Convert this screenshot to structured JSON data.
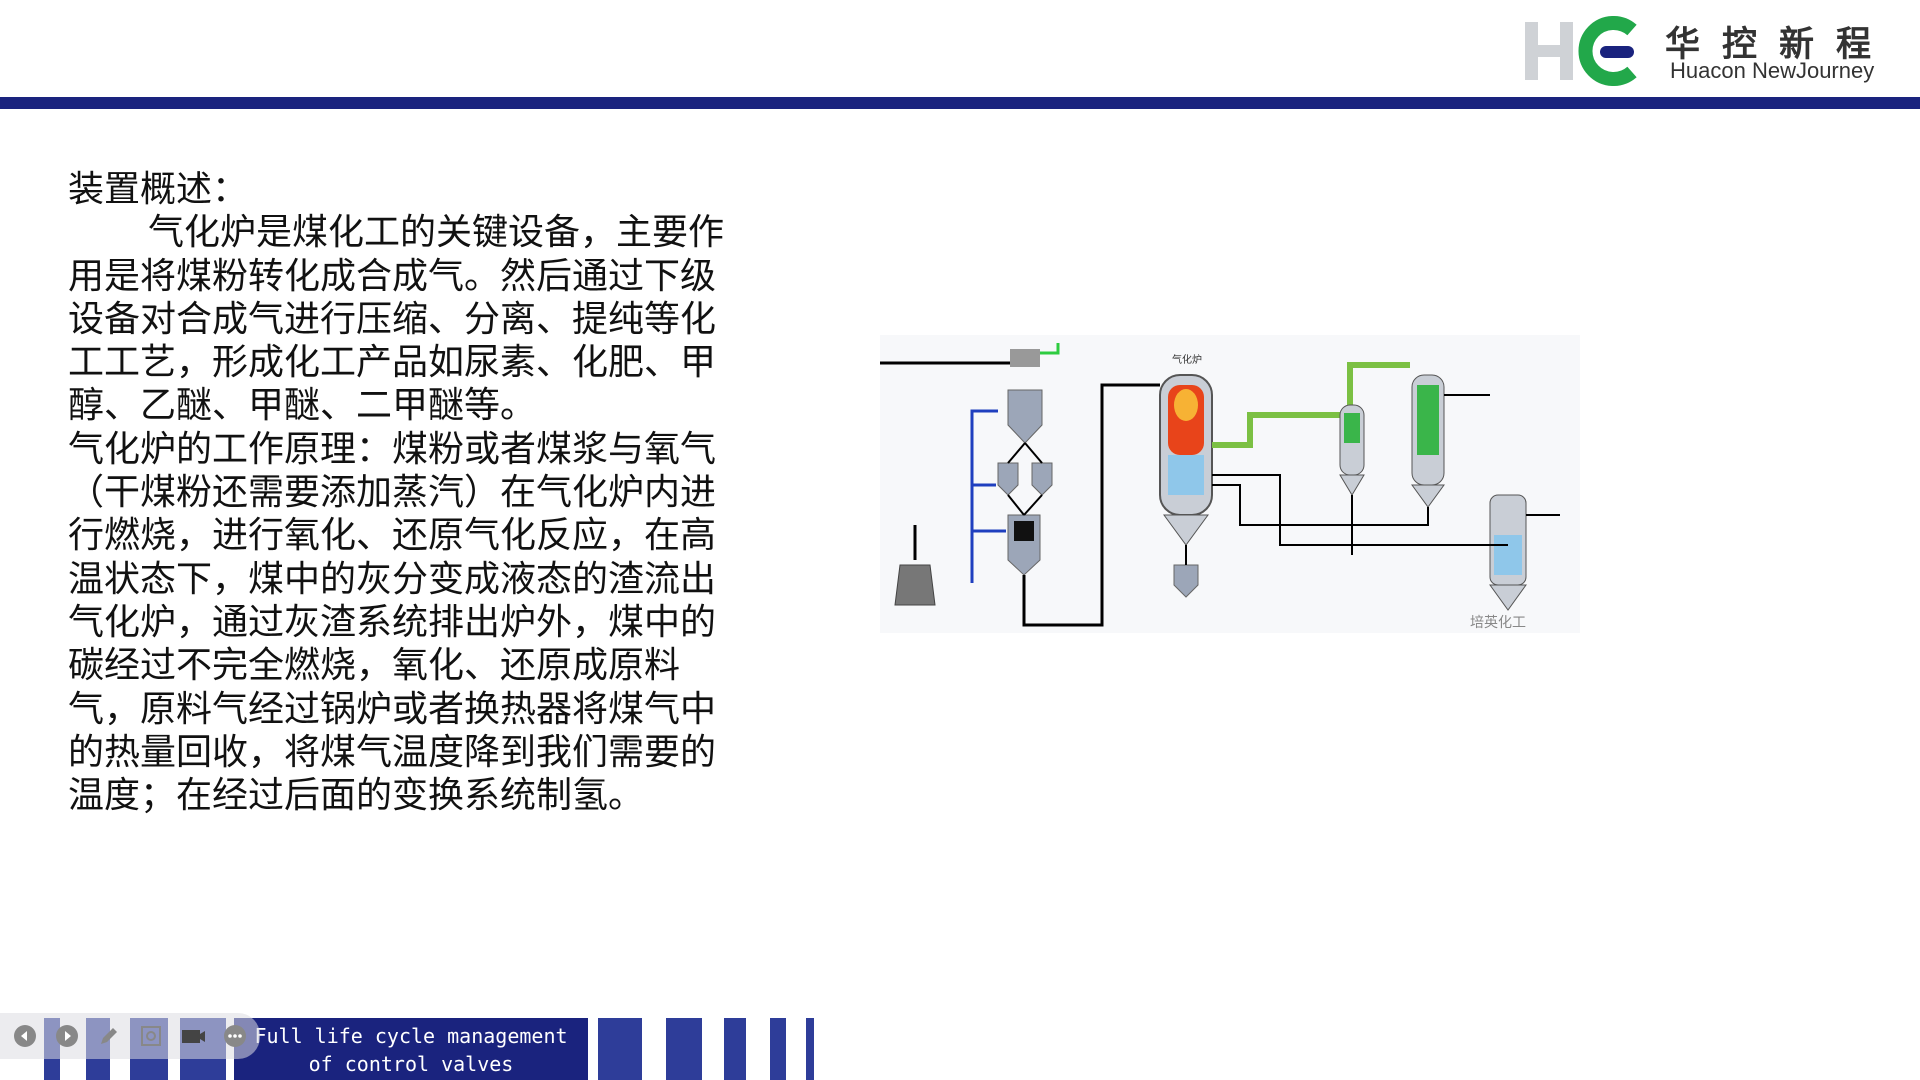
{
  "header": {
    "logo_cn": "华控新程",
    "logo_en": "Huacon NewJourney",
    "accent": "#1a237e"
  },
  "content": {
    "heading": "装置概述：",
    "paragraph1": "气化炉是煤化工的关键设备，主要作用是将煤粉转化成合成气。然后通过下级设备对合成气进行压缩、分离、提纯等化工工艺，形成化工产品如尿素、化肥、甲醇、乙醚、甲醚、二甲醚等。",
    "paragraph2": "气化炉的工作原理：煤粉或者煤浆与氧气（干煤粉还需要添加蒸汽）在气化炉内进行燃烧，进行氧化、还原气化反应，在高温状态下，煤中的灰分变成液态的渣流出气化炉，通过灰渣系统排出炉外，煤中的碳经过不完全燃烧，氧化、还原成原料气，原料气经过锅炉或者换热器将煤气中的热量回收，将煤气温度降到我们需要的温度；在经过后面的变换系统制氢。"
  },
  "diagram": {
    "label_gasifier": "气化炉",
    "watermark": "培英化工"
  },
  "footer": {
    "line1": "Full life cycle management",
    "line2": "of control valves"
  },
  "controls": {
    "icons": [
      "prev-icon",
      "next-icon",
      "pen-icon",
      "zoom-icon",
      "camera-icon",
      "more-icon"
    ]
  }
}
